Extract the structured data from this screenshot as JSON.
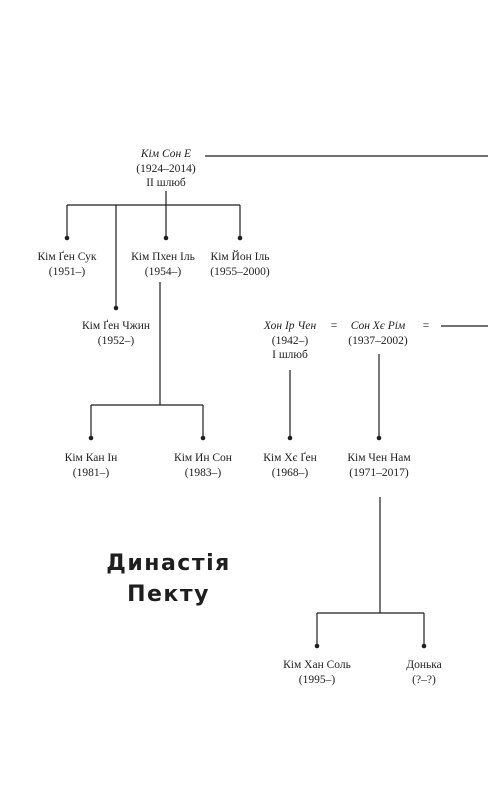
{
  "people": {
    "kim_son_e": {
      "name": "Кім Сон Е",
      "dates": "(1924–2014)",
      "note": "ІІ шлюб"
    },
    "kim_gen_suk": {
      "name": "Кім Ґен Сук",
      "dates": "(1951–)"
    },
    "kim_phen_il": {
      "name": "Кім Пхен Іль",
      "dates": "(1954–)"
    },
    "kim_yon_il": {
      "name": "Кім Йон Іль",
      "dates": "(1955–2000)"
    },
    "kim_gen_chzhyn": {
      "name": "Кім Ґен Чжин",
      "dates": "(1952–)"
    },
    "hon_ir_chen": {
      "name": "Хон Ір Чен",
      "dates": "(1942–)",
      "note": "І шлюб"
    },
    "son_khe_rim": {
      "name": "Сон Хє Рім",
      "dates": "(1937–2002)"
    },
    "kim_kan_in": {
      "name": "Кім Кан Ін",
      "dates": "(1981–)"
    },
    "kim_yn_son": {
      "name": "Кім Ин Сон",
      "dates": "(1983–)"
    },
    "kim_khe_gen": {
      "name": "Кім Хє Ґен",
      "dates": "(1968–)"
    },
    "kim_chen_nam": {
      "name": "Кім Чен Нам",
      "dates": "(1971–2017)"
    },
    "kim_khan_sol": {
      "name": "Кім Хан Соль",
      "dates": "(1995–)"
    },
    "donka": {
      "name": "Донька",
      "dates": "(?–?)"
    }
  },
  "marriage_signs": {
    "sign_1": "=",
    "sign_2": "=",
    "sign_3": "="
  },
  "title": {
    "line1": "Династія",
    "line2": "Пекту"
  },
  "colors": {
    "ink": "#1e1e1e",
    "background": "#ffffff"
  }
}
